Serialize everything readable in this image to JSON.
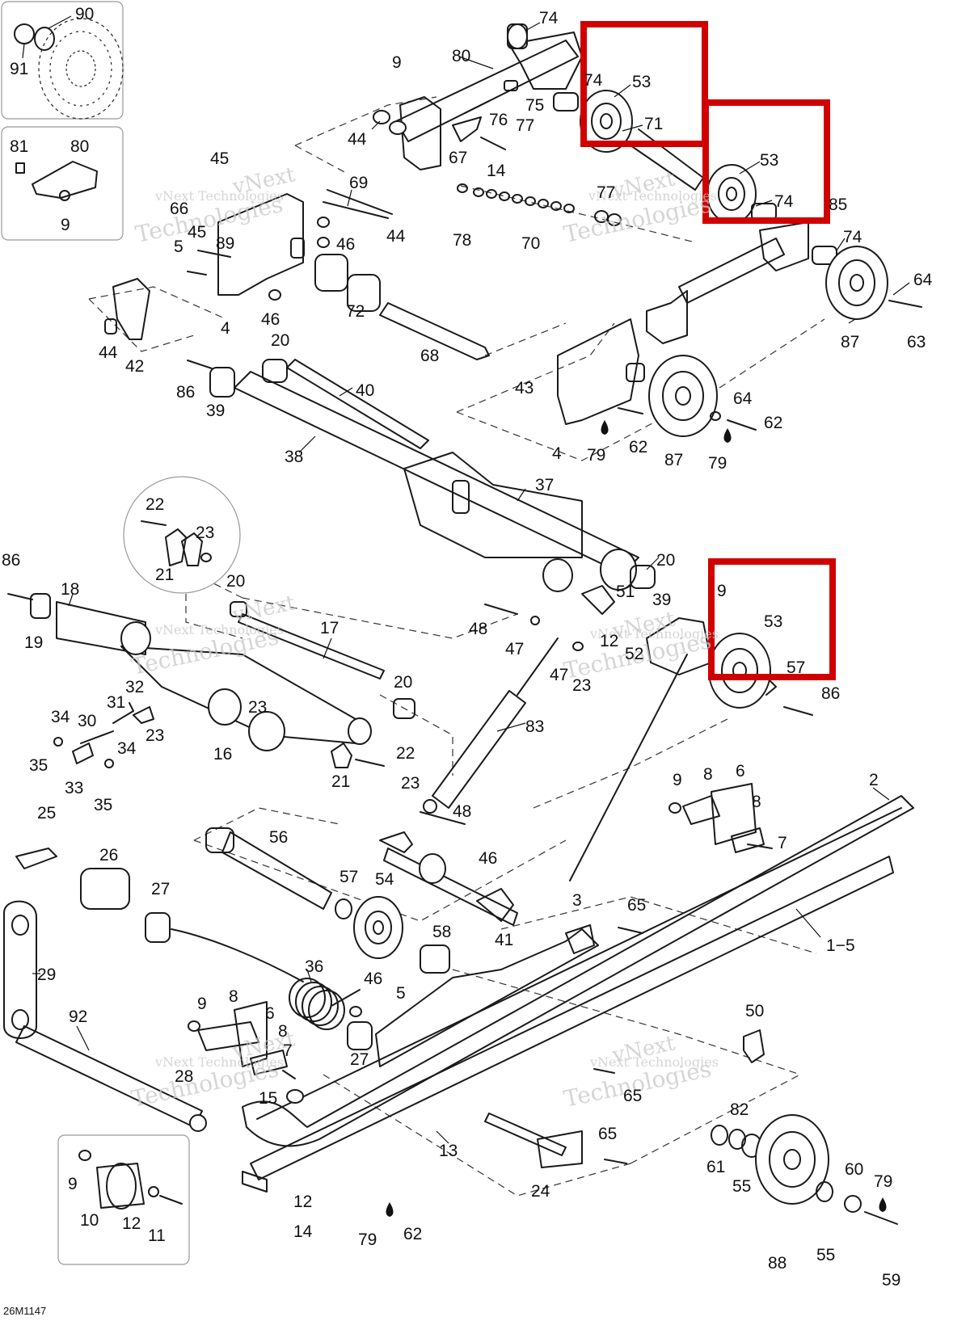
{
  "diagram": {
    "drawing_code": "26M1147",
    "watermark": {
      "line1": "vNext Technologies",
      "line2": "vNext",
      "line3": "Technologies"
    },
    "highlight_color": "#d00000",
    "callouts": {
      "c90": "90",
      "c91": "91",
      "c81": "81",
      "c80a": "80",
      "c9a": "9",
      "c74a": "74",
      "c74b": "74",
      "c80": "80",
      "c9b": "9",
      "c53a": "53",
      "c71": "71",
      "c75": "75",
      "c76": "76",
      "c77a": "77",
      "c44a": "44",
      "c67": "67",
      "c14a": "14",
      "c53b": "53",
      "c74c": "74",
      "c85": "85",
      "c45a": "45",
      "c69": "69",
      "c66": "66",
      "c77b": "77",
      "c78": "78",
      "c70": "70",
      "c45b": "45",
      "c89": "89",
      "c46a": "46",
      "c44b": "44",
      "c5a": "5",
      "c74d": "74",
      "c64a": "64",
      "c72": "72",
      "c46b": "46",
      "c4a": "4",
      "c87a": "87",
      "c63": "63",
      "c44c": "44",
      "c42": "42",
      "c68": "68",
      "c20a": "20",
      "c86a": "86",
      "c40": "40",
      "c43": "43",
      "c39a": "39",
      "c64b": "64",
      "c62a": "62",
      "c62b": "62",
      "c79a": "79",
      "c79b": "79",
      "c4b": "4",
      "c87b": "87",
      "c38": "38",
      "c37": "37",
      "c22a": "22",
      "c23a": "23",
      "c21a": "21",
      "c86b": "86",
      "c20b": "20",
      "c18": "18",
      "c20c": "20",
      "c9c": "9",
      "c39b": "39",
      "c51": "51",
      "c53c": "53",
      "c19": "19",
      "c17": "17",
      "c48a": "48",
      "c47a": "47",
      "c12a": "12",
      "c52": "52",
      "c57a": "57",
      "c47b": "47",
      "c23b": "23",
      "c86c": "86",
      "c20d": "20",
      "c32": "32",
      "c31": "31",
      "c34a": "34",
      "c30": "30",
      "c23c": "23",
      "c23d": "23",
      "c83": "83",
      "c35a": "35",
      "c34b": "34",
      "c16": "16",
      "c22b": "22",
      "c33": "33",
      "c21b": "21",
      "c9d": "9",
      "c8a": "8",
      "c6a": "6",
      "c35b": "35",
      "c23e": "23",
      "c2": "2",
      "c8b": "8",
      "c25": "25",
      "c48b": "48",
      "c7a": "7",
      "c56": "56",
      "c26": "26",
      "c46c": "46",
      "c57b": "57",
      "c54": "54",
      "c27a": "27",
      "c3": "3",
      "c65a": "65",
      "c41": "41",
      "c58": "58",
      "c1_5": "1−5",
      "c29": "29",
      "c36": "36",
      "c46d": "46",
      "c5b": "5",
      "c9e": "9",
      "c8c": "8",
      "c6b": "6",
      "c50": "50",
      "c92": "92",
      "c8d": "8",
      "c7b": "7",
      "c27b": "27",
      "c28": "28",
      "c65b": "65",
      "c15": "15",
      "c82": "82",
      "c13": "13",
      "c65c": "65",
      "c61": "61",
      "c55a": "55",
      "c9f": "9",
      "c24": "24",
      "c60": "60",
      "c79c": "79",
      "c12b": "12",
      "c10": "10",
      "c11": "11",
      "c14b": "14",
      "c79d": "79",
      "c62c": "62",
      "c88": "88",
      "c55b": "55",
      "c59": "59"
    }
  }
}
